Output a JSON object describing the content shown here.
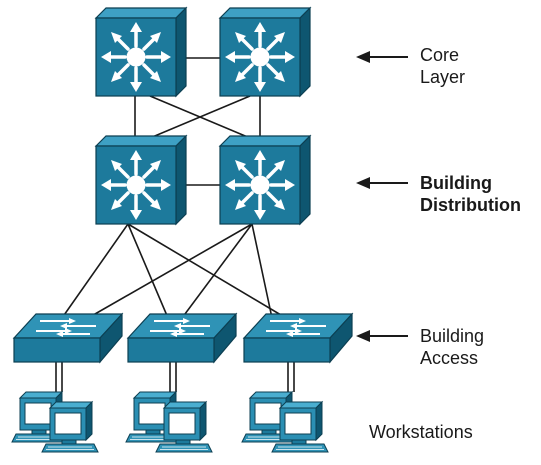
{
  "layers": {
    "core": {
      "line1": "Core",
      "line2": "Layer"
    },
    "distribution": {
      "line1": "Building",
      "line2": "Distribution"
    },
    "access": {
      "line1": "Building",
      "line2": "Access"
    },
    "workstations": {
      "label": "Workstations"
    }
  },
  "colors": {
    "switch_face": "#1d7a9c",
    "switch_side": "#0e5670",
    "switch_top": "#2f93b6",
    "link": "#1a1a1a",
    "monitor_face": "#2b8fb3",
    "screen": "#ffffff"
  },
  "icons": [
    "multilayer-switch-icon",
    "workgroup-switch-icon",
    "workstation-icon",
    "arrow-left-icon"
  ]
}
